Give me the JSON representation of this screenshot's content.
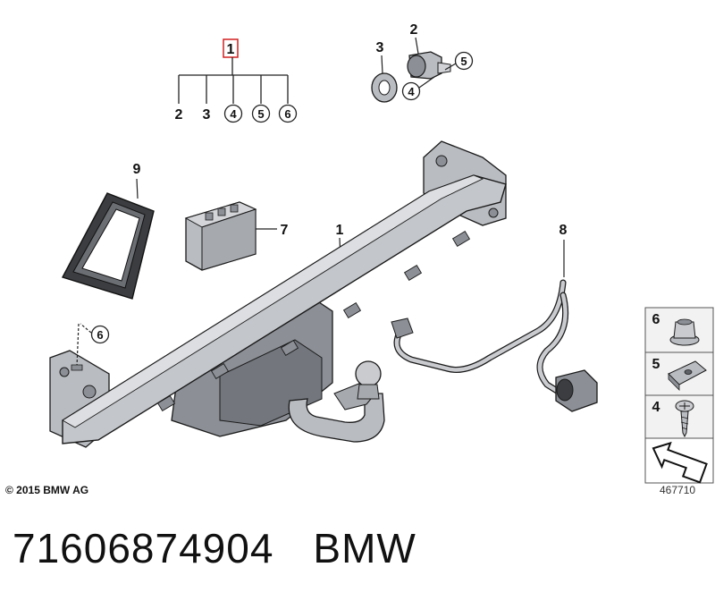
{
  "callouts": {
    "top_header": "1",
    "group_items": [
      "2",
      "3",
      "4",
      "5",
      "6"
    ],
    "sensor_2": "2",
    "sensor_3": "3",
    "sensor_4": "4",
    "sensor_5": "5",
    "frame_9": "9",
    "module_7": "7",
    "bar_1": "1",
    "harness_8": "8",
    "bolt_6": "6"
  },
  "legend": {
    "items": [
      {
        "num": "6",
        "part": "flange-nut"
      },
      {
        "num": "5",
        "part": "clip-nut"
      },
      {
        "num": "4",
        "part": "self-tapping-screw"
      }
    ]
  },
  "copyright": "© 2015 BMW AG",
  "figure_no": "467710",
  "footer": {
    "part_number": "71606874904",
    "brand": "BMW"
  },
  "colors": {
    "part_fill": "#b9bcc1",
    "part_dark": "#8c9096",
    "outline": "#1a1a1a",
    "highlight": "#d22020",
    "legend_bg": "#f2f2f2"
  }
}
